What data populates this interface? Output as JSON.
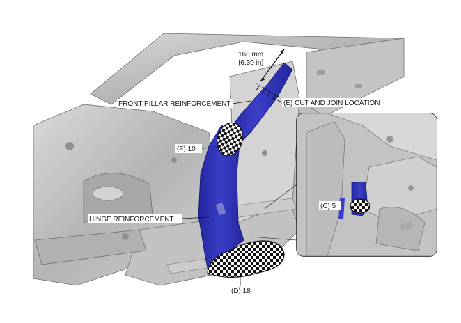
{
  "labels": {
    "dimension_mm": "160 mm",
    "dimension_in": "{6.30 in}",
    "front_pillar": "FRONT PILLAR REINFORCEMENT",
    "cut_join": "(E) CUT AND JOIN LOCATION",
    "point_f": "(F) 10",
    "hinge": "HINGE REINFORCEMENT",
    "point_c": "(C) 5",
    "point_d": "(D) 18"
  },
  "colors": {
    "part_blue": "#2b2fae",
    "body_gray": "#b9b9b9",
    "outline": "#1a1a1a"
  }
}
